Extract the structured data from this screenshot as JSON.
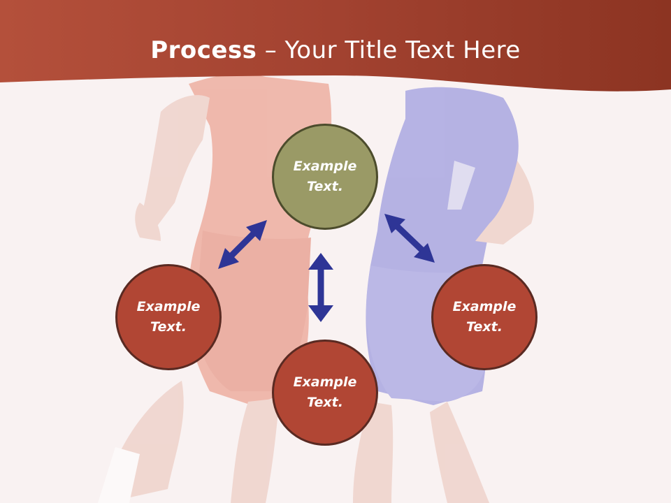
{
  "slide": {
    "title_bold": "Process",
    "title_rest": " – Your Title Text Here",
    "nodes": {
      "top": {
        "line1": "Example",
        "line2": "Text."
      },
      "left": {
        "line1": "Example",
        "line2": "Text."
      },
      "right": {
        "line1": "Example",
        "line2": "Text."
      },
      "bottom": {
        "line1": "Example",
        "line2": "Text."
      }
    }
  },
  "colors": {
    "header": "#a4402e",
    "node_accent": "#9a9a66",
    "node_primary": "#b14634",
    "arrow": "#2e3596"
  },
  "icons": [
    "double-arrow-icon"
  ]
}
